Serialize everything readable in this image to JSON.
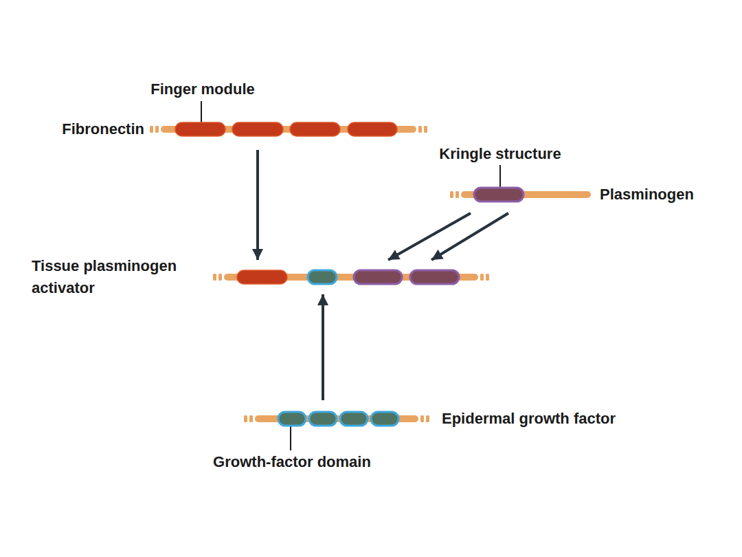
{
  "diagram": {
    "nodes": [
      {
        "text": [
          "Fibronectin"
        ]
      },
      {
        "text": [
          "Plasminogen"
        ]
      },
      {
        "text": [
          "Tissue plasminogen activator"
        ]
      },
      {
        "text": [
          "Epidermal growth factor"
        ]
      }
    ],
    "edges": [
      {
        "from": 0,
        "to": 2,
        "arrow": "to"
      },
      {
        "from": 1,
        "to": 2,
        "arrow": "to"
      },
      {
        "from": 1,
        "to": 2,
        "arrow": "to"
      },
      {
        "from": 3,
        "to": 2,
        "arrow": "to"
      }
    ],
    "labels": [
      "Finger module",
      "Kringle structure",
      "Growth-factor domain"
    ]
  }
}
